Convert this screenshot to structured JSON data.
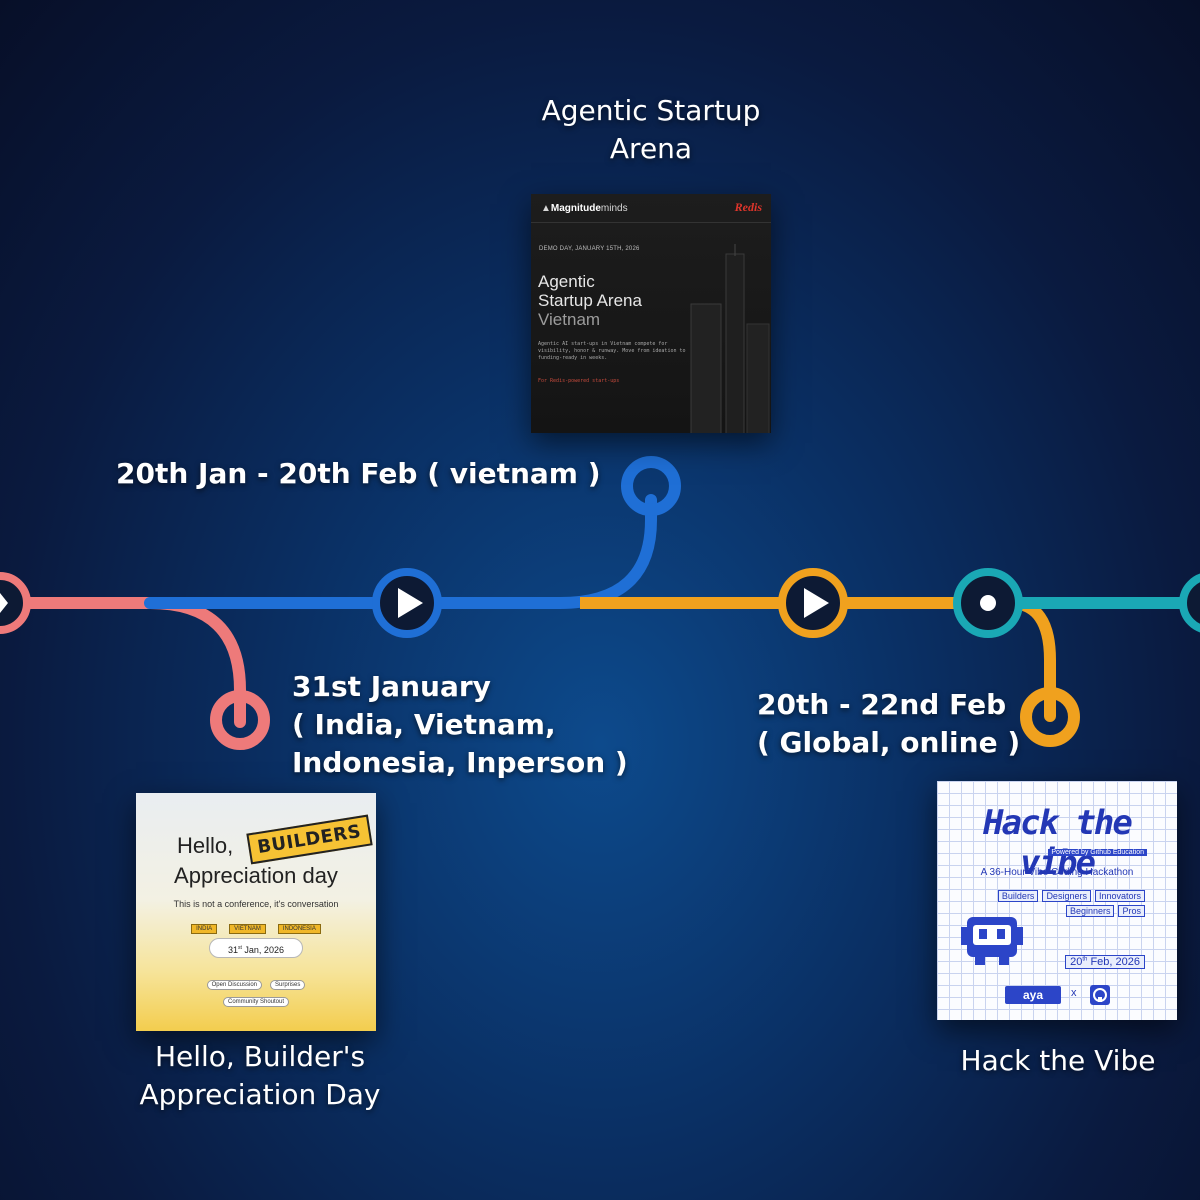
{
  "colors": {
    "background": "#0a2a5c",
    "pink_line": "#ee7a7a",
    "blue_line": "#1f6fd6",
    "orange_line": "#f0a11e",
    "teal_line": "#1aa8b5",
    "node_fill": "#0d1a34"
  },
  "events": {
    "arena": {
      "title": "Agentic Startup\nArena",
      "date": "20th Jan - 20th Feb ( vietnam )",
      "poster": {
        "brand": "Magnitude",
        "brand_suffix": "minds",
        "partner": "Redis",
        "demo_day": "DEMO DAY, JANUARY 15TH, 2026",
        "line1": "Agentic",
        "line2": "Startup Arena",
        "line3": "Vietnam",
        "desc": "Agentic AI start-ups in Vietnam compete for visibility, honor & runway. Move from ideation to funding-ready in weeks.",
        "footer": "For Redis-powered start-ups"
      }
    },
    "hello": {
      "title": "Hello, Builder's\nAppreciation Day",
      "date": "31st January\n( India, Vietnam,\nIndonesia, Inperson )",
      "poster": {
        "hello": "Hello,",
        "builders": "BUILDERS",
        "appreciation": "Appreciation day",
        "tagline": "This is not a conference, it's conversation",
        "countries": [
          "INDIA",
          "VIETNAM",
          "INDONESIA"
        ],
        "date_day": "31",
        "date_sup": "st",
        "date_rest": " Jan, 2026",
        "pills_row1": [
          "Open Discussion",
          "Surprises"
        ],
        "pills_row2": [
          "Community Shoutout"
        ]
      }
    },
    "hack": {
      "title": "Hack the Vibe",
      "date": "20th - 22nd Feb\n( Global, online )",
      "poster": {
        "title": "Hack the vibe",
        "powered": "Powered by Github Education",
        "subtitle": "A 36-Hour Vibe Coding Hackathon",
        "tags_row1": [
          "Builders",
          "Designers",
          "Innovators"
        ],
        "tags_row2": [
          "Beginners",
          "Pros"
        ],
        "date_day": "20",
        "date_sup": "th",
        "date_rest": " Feb, 2026",
        "sponsor": "aya",
        "x": "x"
      }
    }
  }
}
